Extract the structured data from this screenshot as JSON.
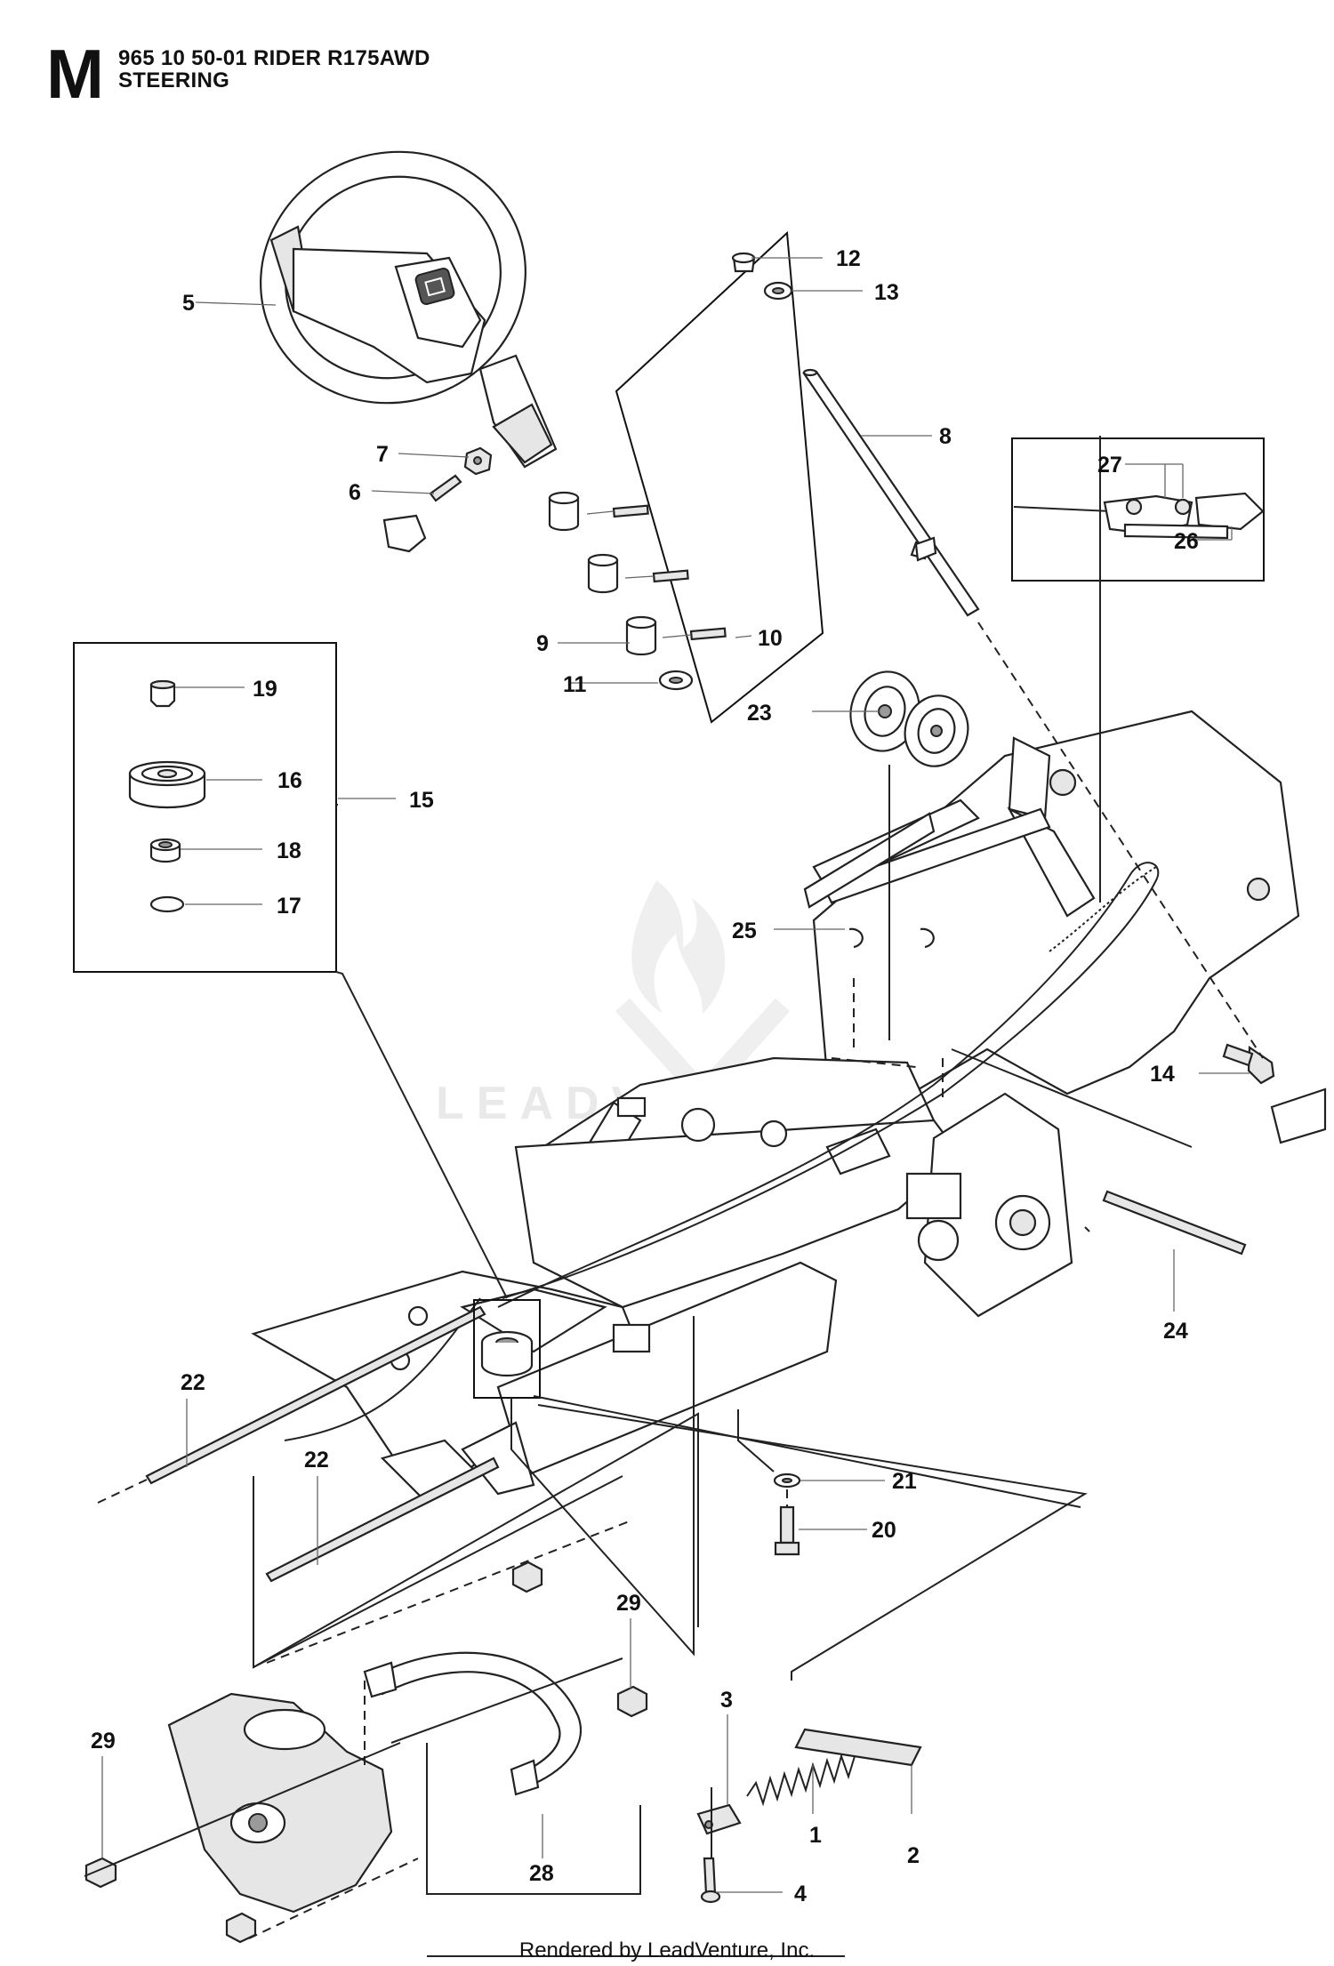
{
  "header": {
    "section_letter": "M",
    "model_line": "965 10 50-01 RIDER R175AWD",
    "title": "STEERING"
  },
  "watermark": "LEADVENTURE",
  "footer": "Rendered by LeadVenture, Inc.",
  "callouts": [
    {
      "id": "c1",
      "label": "1"
    },
    {
      "id": "c2",
      "label": "2"
    },
    {
      "id": "c3",
      "label": "3"
    },
    {
      "id": "c4",
      "label": "4"
    },
    {
      "id": "c5",
      "label": "5"
    },
    {
      "id": "c6",
      "label": "6"
    },
    {
      "id": "c7",
      "label": "7"
    },
    {
      "id": "c8",
      "label": "8"
    },
    {
      "id": "c9",
      "label": "9"
    },
    {
      "id": "c10",
      "label": "10"
    },
    {
      "id": "c11",
      "label": "11"
    },
    {
      "id": "c12",
      "label": "12"
    },
    {
      "id": "c13",
      "label": "13"
    },
    {
      "id": "c14",
      "label": "14"
    },
    {
      "id": "c15",
      "label": "15"
    },
    {
      "id": "c16",
      "label": "16"
    },
    {
      "id": "c17",
      "label": "17"
    },
    {
      "id": "c18",
      "label": "18"
    },
    {
      "id": "c19",
      "label": "19"
    },
    {
      "id": "c20",
      "label": "20"
    },
    {
      "id": "c21",
      "label": "21"
    },
    {
      "id": "c22a",
      "label": "22"
    },
    {
      "id": "c22b",
      "label": "22"
    },
    {
      "id": "c23",
      "label": "23"
    },
    {
      "id": "c24",
      "label": "24"
    },
    {
      "id": "c25",
      "label": "25"
    },
    {
      "id": "c26",
      "label": "26"
    },
    {
      "id": "c27",
      "label": "27"
    },
    {
      "id": "c28",
      "label": "28"
    },
    {
      "id": "c29a",
      "label": "29"
    },
    {
      "id": "c29b",
      "label": "29"
    }
  ]
}
